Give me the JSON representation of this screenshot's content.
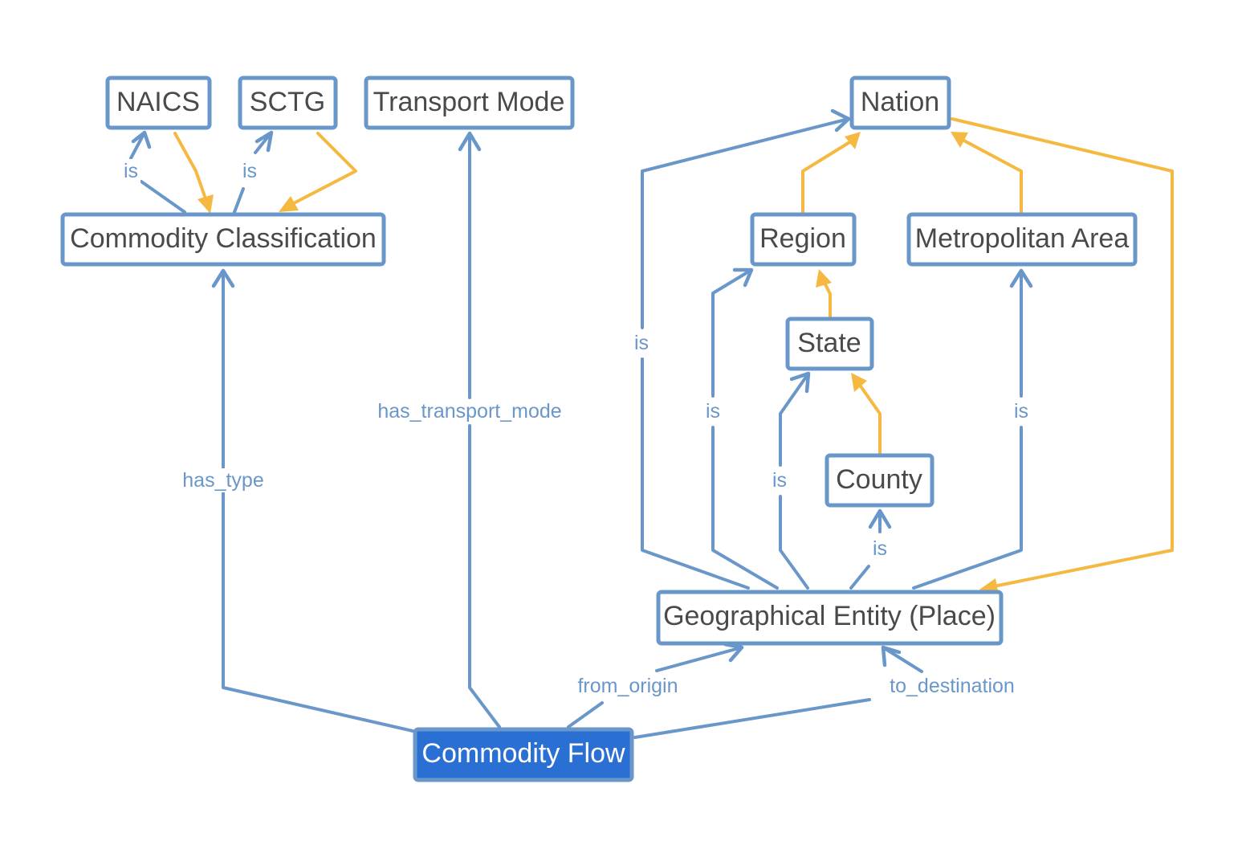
{
  "colors": {
    "relation": "#6a97c9",
    "hierarchy": "#f5b942",
    "node_border": "#6a97c9",
    "node_text": "#4a4a4a",
    "focus_fill": "#2a6fd4",
    "focus_text": "#ffffff"
  },
  "nodes": {
    "naics": "NAICS",
    "sctg": "SCTG",
    "transport_mode": "Transport Mode",
    "nation": "Nation",
    "commodity_classification": "Commodity Classification",
    "region": "Region",
    "metropolitan_area": "Metropolitan Area",
    "state": "State",
    "county": "County",
    "geographical_entity": "Geographical Entity (Place)",
    "commodity_flow": "Commodity Flow"
  },
  "edge_labels": {
    "naics_is": "is",
    "sctg_is": "is",
    "has_type": "has_type",
    "has_transport_mode": "has_transport_mode",
    "nation_is": "is",
    "region_is": "is",
    "state_is": "is",
    "county_is": "is",
    "metro_is": "is",
    "from_origin": "from_origin",
    "to_destination": "to_destination"
  },
  "edges": [
    {
      "id": "naics-is",
      "from": "commodity_classification",
      "to": "naics",
      "kind": "relation",
      "label_key": "naics_is"
    },
    {
      "id": "sctg-is",
      "from": "commodity_classification",
      "to": "sctg",
      "kind": "relation",
      "label_key": "sctg_is"
    },
    {
      "id": "naics-sub",
      "from": "naics",
      "to": "commodity_classification",
      "kind": "hierarchy"
    },
    {
      "id": "sctg-sub",
      "from": "sctg",
      "to": "commodity_classification",
      "kind": "hierarchy"
    },
    {
      "id": "has-type",
      "from": "commodity_flow",
      "to": "commodity_classification",
      "kind": "relation",
      "label_key": "has_type"
    },
    {
      "id": "has-transport-mode",
      "from": "commodity_flow",
      "to": "transport_mode",
      "kind": "relation",
      "label_key": "has_transport_mode"
    },
    {
      "id": "from-origin",
      "from": "commodity_flow",
      "to": "geographical_entity",
      "kind": "relation",
      "label_key": "from_origin"
    },
    {
      "id": "to-destination",
      "from": "commodity_flow",
      "to": "geographical_entity",
      "kind": "relation",
      "label_key": "to_destination"
    },
    {
      "id": "geo-is-nation",
      "from": "geographical_entity",
      "to": "nation",
      "kind": "relation",
      "label_key": "nation_is"
    },
    {
      "id": "geo-is-region",
      "from": "geographical_entity",
      "to": "region",
      "kind": "relation",
      "label_key": "region_is"
    },
    {
      "id": "geo-is-state",
      "from": "geographical_entity",
      "to": "state",
      "kind": "relation",
      "label_key": "state_is"
    },
    {
      "id": "geo-is-county",
      "from": "geographical_entity",
      "to": "county",
      "kind": "relation",
      "label_key": "county_is"
    },
    {
      "id": "geo-is-metro",
      "from": "geographical_entity",
      "to": "metropolitan_area",
      "kind": "relation",
      "label_key": "metro_is"
    },
    {
      "id": "region-sub-nation",
      "from": "region",
      "to": "nation",
      "kind": "hierarchy"
    },
    {
      "id": "metro-sub-nation",
      "from": "metropolitan_area",
      "to": "nation",
      "kind": "hierarchy"
    },
    {
      "id": "state-sub-region",
      "from": "state",
      "to": "region",
      "kind": "hierarchy"
    },
    {
      "id": "county-sub-state",
      "from": "county",
      "to": "state",
      "kind": "hierarchy"
    },
    {
      "id": "nation-sub-geo",
      "from": "nation",
      "to": "geographical_entity",
      "kind": "hierarchy"
    }
  ]
}
